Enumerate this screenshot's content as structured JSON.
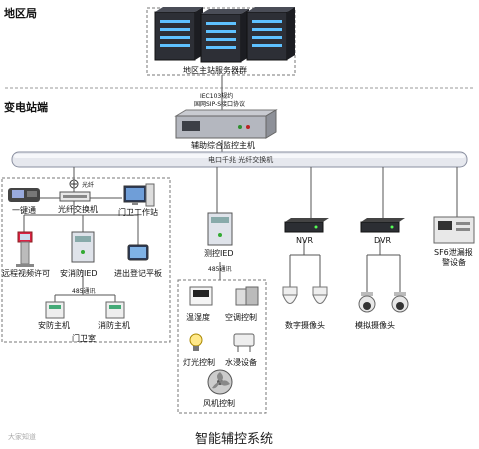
{
  "sections": {
    "region": "地区局",
    "substation": "变电站端"
  },
  "region_server": {
    "label": "地区主站服务器群"
  },
  "protocol": {
    "line1": "IEC103规约",
    "line2": "国网SIP-S接口协议"
  },
  "monitor_host": {
    "label": "辅助综合监控主机"
  },
  "backbone": {
    "label": "电口千兆 光纤交换机"
  },
  "guard_room": {
    "title": "门卫室",
    "optic_tag": "光纤",
    "switch": "光纤交换机",
    "workstation": "门卫工作站",
    "phone": "一键通",
    "kiosk": "远程视频许可",
    "ied": "安消防IED",
    "tablet": "进出登记平板",
    "bus485": "485通讯",
    "security_host": "安防主机",
    "fire_host": "消防主机"
  },
  "measure": {
    "ied": "测控IED",
    "bus485": "485通讯",
    "temp_humidity": "温湿度",
    "ac_control": "空调控制",
    "light_control": "灯光控制",
    "water_device": "水浸设备",
    "fan_control": "风机控制"
  },
  "nvr": {
    "label": "NVR",
    "cameras": "数字摄像头"
  },
  "dvr": {
    "label": "DVR",
    "cameras": "模拟摄像头"
  },
  "sf6": {
    "line1": "SF6泄漏报",
    "line2": "警设备"
  },
  "watermark": "大家知道",
  "caption": "智能辅控系统"
}
